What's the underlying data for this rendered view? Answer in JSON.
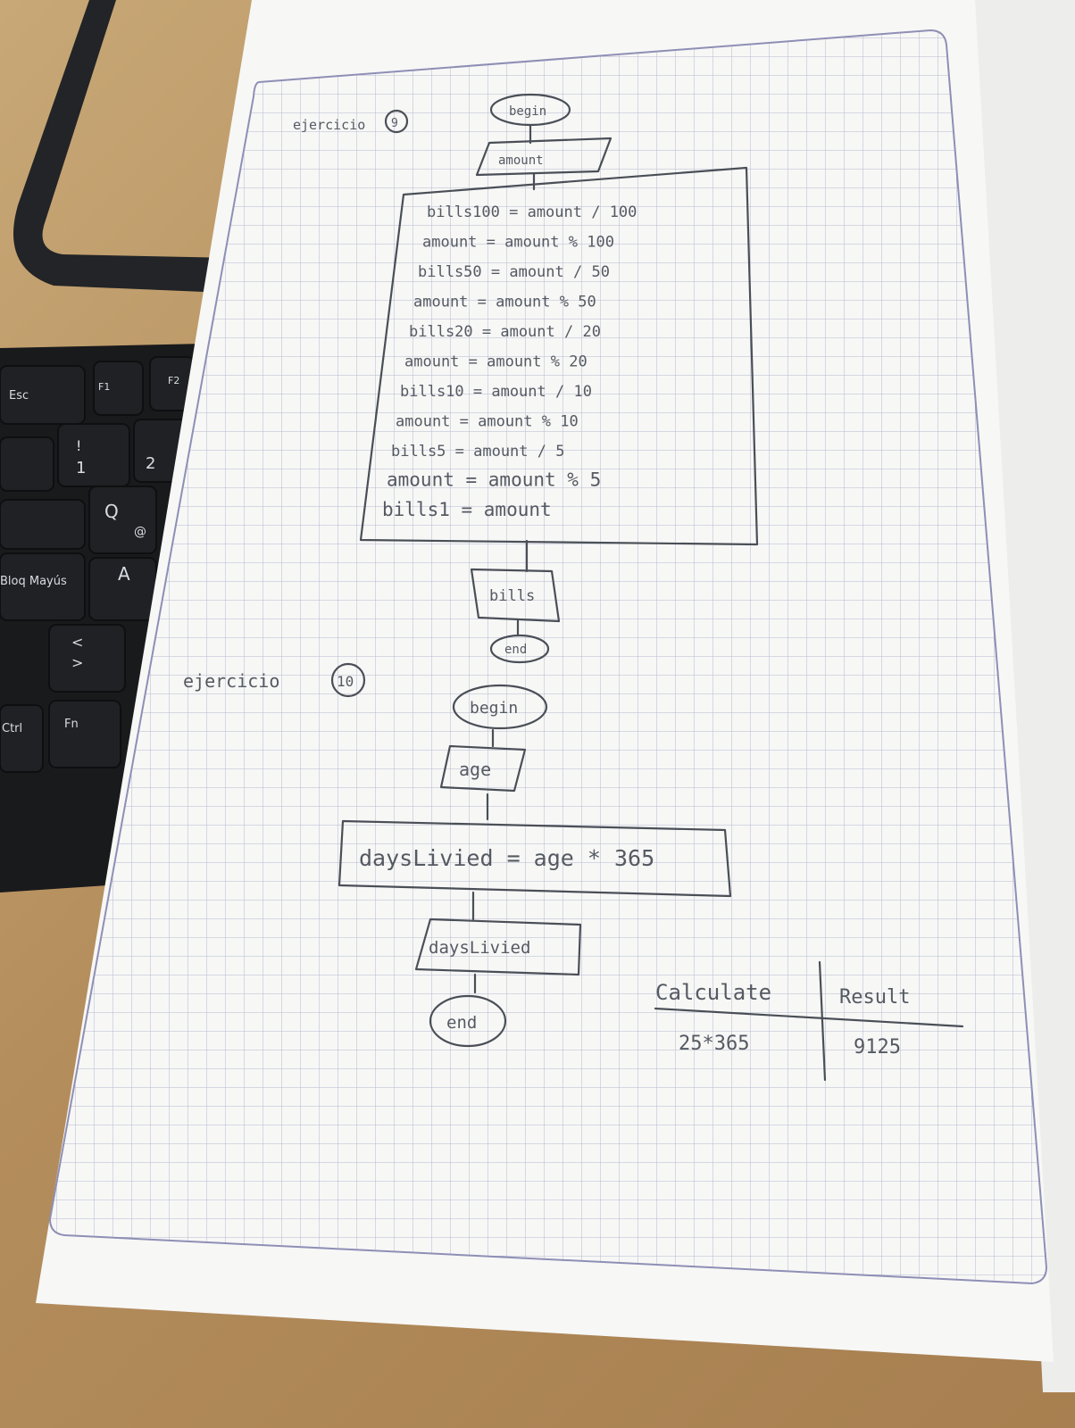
{
  "keyboard": {
    "keys": [
      "Esc",
      "F1",
      "F2",
      "1",
      "!",
      "2",
      "Q",
      "@",
      "A",
      "Bloq Mayús",
      "<",
      ">",
      "Fn",
      "Ctrl"
    ]
  },
  "exercise9": {
    "heading": "ejercicio",
    "number": "9",
    "begin": "begin",
    "input": "amount",
    "process_lines": [
      "bills100 = amount / 100",
      "amount = amount % 100",
      "bills50 = amount / 50",
      "amount = amount % 50",
      "bills20 = amount / 20",
      "amount = amount % 20",
      "bills10 = amount / 10",
      "amount = amount % 10",
      "bills5 = amount / 5",
      "amount = amount % 5",
      "bills1 = amount"
    ],
    "output": "bills",
    "end": "end"
  },
  "exercise10": {
    "heading": "ejercicio",
    "number": "10",
    "begin": "begin",
    "input": "age",
    "process": "daysLivied = age * 365",
    "output": "daysLivied",
    "end": "end"
  },
  "result_table": {
    "headers": [
      "Calculate",
      "Result"
    ],
    "rows": [
      [
        "25*365",
        "9125"
      ]
    ]
  },
  "colors": {
    "desk": "#b48d5c",
    "paper": "#f7f7f6",
    "grid": "#a9aec8",
    "ink": "#4a4f57",
    "keyboard": "#1f2124"
  }
}
